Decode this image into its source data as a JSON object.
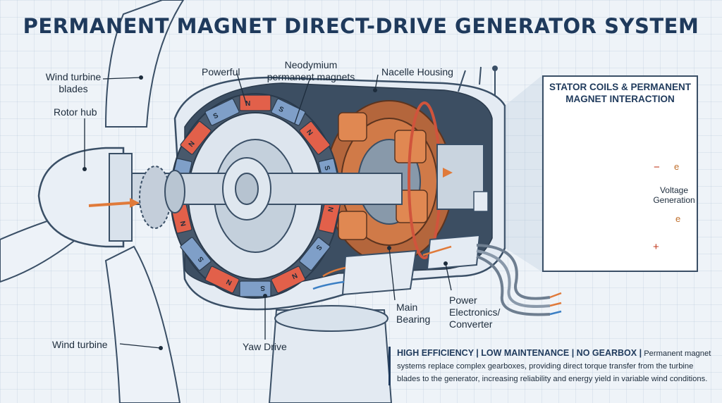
{
  "title": "PERMANENT MAGNET DIRECT-DRIVE GENERATOR SYSTEM",
  "labels": {
    "blades_line1": "Wind turbine",
    "blades_line2": "blades",
    "rotor_hub": "Rotor hub",
    "powerful": "Powerful",
    "magnets_line1": "Neodymium",
    "magnets_line2": "permanent magnets",
    "nacelle": "Nacelle Housing",
    "main_bearing_line1": "Main",
    "main_bearing_line2": "Bearing",
    "power_line1": "Power",
    "power_line2": "Electronics/",
    "power_line3": "Converter",
    "yaw_drive": "Yaw Drive",
    "wind_turbine": "Wind turbine"
  },
  "inset": {
    "title_line1": "STATOR COILS & PERMANENT",
    "title_line2": "MAGNET INTERACTION",
    "voltage_line1": "Voltage",
    "voltage_line2": "Generation",
    "symbol_e": "e",
    "symbol_plus": "+",
    "symbol_minus": "−"
  },
  "magnet_poles": {
    "north": "N",
    "south": "S"
  },
  "benefit": {
    "heading": "HIGH EFFICIENCY | LOW MAINTENANCE | NO GEARBOX |",
    "text": "Permanent magnet systems replace complex gearboxes, providing direct torque transfer from the turbine blades to the generator, increasing reliability and energy yield in variable wind conditions."
  },
  "colors": {
    "title": "#1f3a5c",
    "magnet_red": "#e2604a",
    "magnet_blue": "#7f9fc8",
    "copper": "#d07a48",
    "nacelle": "#e4ebf3",
    "outline": "#3a4f66"
  }
}
